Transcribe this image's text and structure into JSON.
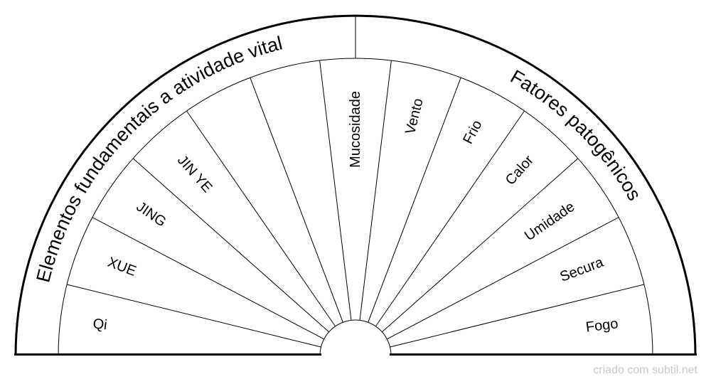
{
  "ring_labels": {
    "left": "Elementos fundamentais  a atividade vital",
    "right": "Fatores patogênicos"
  },
  "segments": [
    "Qi",
    "XUE",
    "JING",
    "JIN YE",
    "",
    "",
    "Mucosidade",
    "Vento",
    "Frio",
    "Calor",
    "Umidade",
    "Secura",
    "Fogo"
  ],
  "credit": "criado com subtil.net"
}
